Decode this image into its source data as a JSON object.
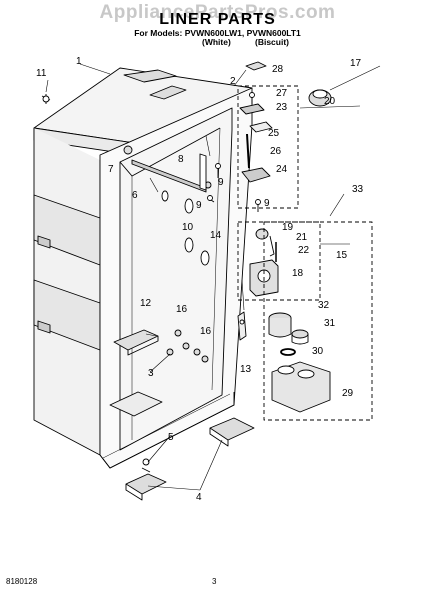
{
  "watermark": "AppliancePartsPros.com",
  "title": "LINER PARTS",
  "models_line": "For Models: PVWN600LW1, PVWN600LT1",
  "variants": {
    "left": "(White)",
    "right": "(Biscuit)"
  },
  "footer": {
    "doc_number": "8180128",
    "page_number": "3"
  },
  "callouts": [
    "1",
    "2",
    "3",
    "4",
    "5",
    "6",
    "7",
    "8",
    "9",
    "9",
    "9",
    "10",
    "11",
    "12",
    "13",
    "14",
    "15",
    "16",
    "16",
    "17",
    "18",
    "19",
    "20",
    "21",
    "22",
    "23",
    "24",
    "25",
    "26",
    "27",
    "28",
    "29",
    "30",
    "31",
    "32",
    "33"
  ]
}
